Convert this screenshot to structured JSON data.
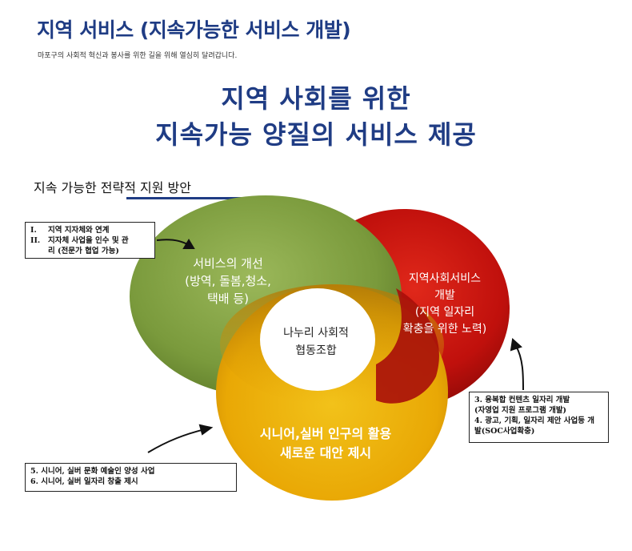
{
  "header": {
    "title": "지역 서비스 (지속가능한 서비스 개발)",
    "subtitle": "마포구의 사회적 혁신과 봉사를 위한 길을 위해 열심히 달려갑니다."
  },
  "main_title": {
    "line1": "지역 사회를  위한",
    "line2": "지속가능 양질의 서비스 제공"
  },
  "section": {
    "label_plain": "지속 가능한 ",
    "label_underlined": "전략적 지원 방안"
  },
  "rings": {
    "green": {
      "line1": "서비스의 개선",
      "line2": "(방역, 돌봄,청소,",
      "line3": "택배 등)",
      "color": "#7a9a3c"
    },
    "red": {
      "line1": "지역사회서비스",
      "line2": "개발",
      "line3": "(지역 일자리",
      "line4": "확충을 위한 노력)",
      "color": "#c0100c"
    },
    "yellow": {
      "line1": "시니어,실버 인구의 활용",
      "line2": "새로운 대안 제시",
      "color": "#e9a805"
    },
    "center": {
      "line1": "나누리 사회적",
      "line2": "협동조합"
    }
  },
  "notes": {
    "box1": [
      {
        "num": "I.",
        "text": "지역 지자체와 연계"
      },
      {
        "num": "II.",
        "text": "지자체 사업을 인수 및 관"
      },
      {
        "num": "",
        "text": "리 (전문가 협업 가능)"
      }
    ],
    "box2": [
      {
        "text": "3. 융복합 컨텐츠 일자리 개발"
      },
      {
        "text": "(자영업 지원 프로그램 개발)"
      },
      {
        "text": "4. 광고, 기획, 일자리 제안 사업등 개"
      },
      {
        "text": "발(SOC사업확충)"
      }
    ],
    "box3": [
      {
        "text": "5. 시니어, 실버 문화 예술인 양성 사업"
      },
      {
        "text": "6. 시니어, 실버 일자리 창출 제시"
      }
    ]
  }
}
